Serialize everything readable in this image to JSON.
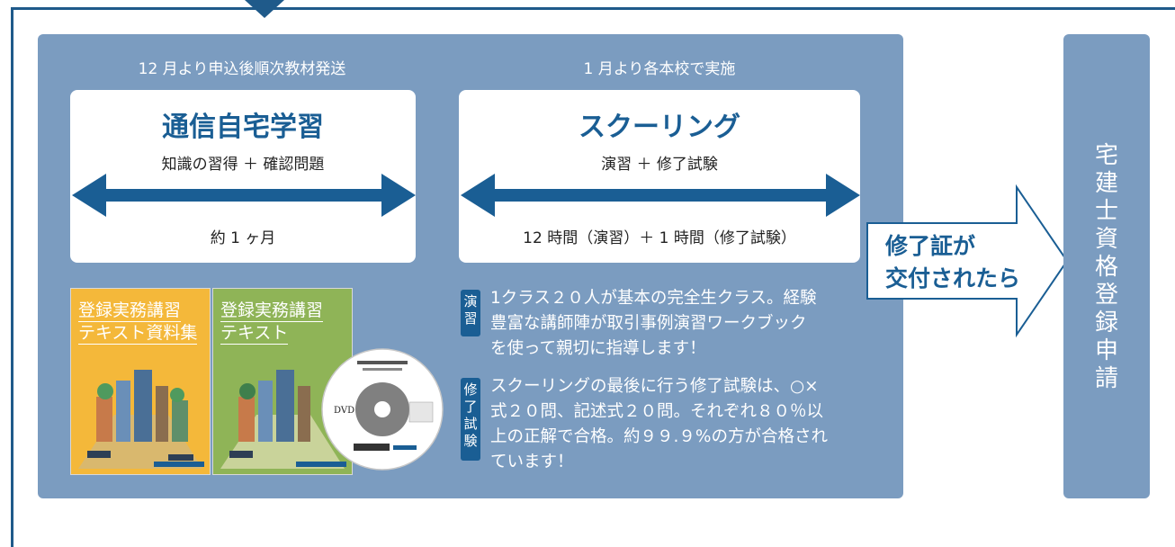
{
  "flow": {
    "left": {
      "caption": "12 月より申込後順次教材発送",
      "title": "通信自宅学習",
      "subtitle": "知識の習得 ＋ 確認問題",
      "duration": "約 1 ヶ月"
    },
    "right": {
      "caption": "1 月より各本校で実施",
      "title": "スクーリング",
      "subtitle": "演習 ＋ 修了試験",
      "duration": "12 時間（演習）＋ 1 時間（修了試験）"
    },
    "arrow_color": "#1a5e94"
  },
  "books": [
    {
      "title_line1": "登録実務講習",
      "title_line2": "テキスト資料集",
      "color": "#f4b83a"
    },
    {
      "title_line1": "登録実務講習",
      "title_line2": "テキスト",
      "color": "#8fb457"
    }
  ],
  "dvd": {
    "label": "DVD"
  },
  "notes": [
    {
      "tag": "演習",
      "lines": [
        "1クラス２０人が基本の完全生クラス。経験",
        "豊富な講師陣が取引事例演習ワークブック",
        "を使って親切に指導します！"
      ]
    },
    {
      "tag": "修了試験",
      "lines": [
        "スクーリングの最後に行う修了試験は、○×",
        "式２０問、記述式２０問。それぞれ８０％以",
        "上の正解で合格。約９９.９%の方が合格され",
        "ています！"
      ]
    }
  ],
  "transition": {
    "line1": "修了証が",
    "line2": "交付されたら"
  },
  "final": {
    "label": "宅建士資格登録申請"
  },
  "colors": {
    "panel": "#7b9cc0",
    "accent": "#1a5e94",
    "border": "#1f5a8a"
  }
}
